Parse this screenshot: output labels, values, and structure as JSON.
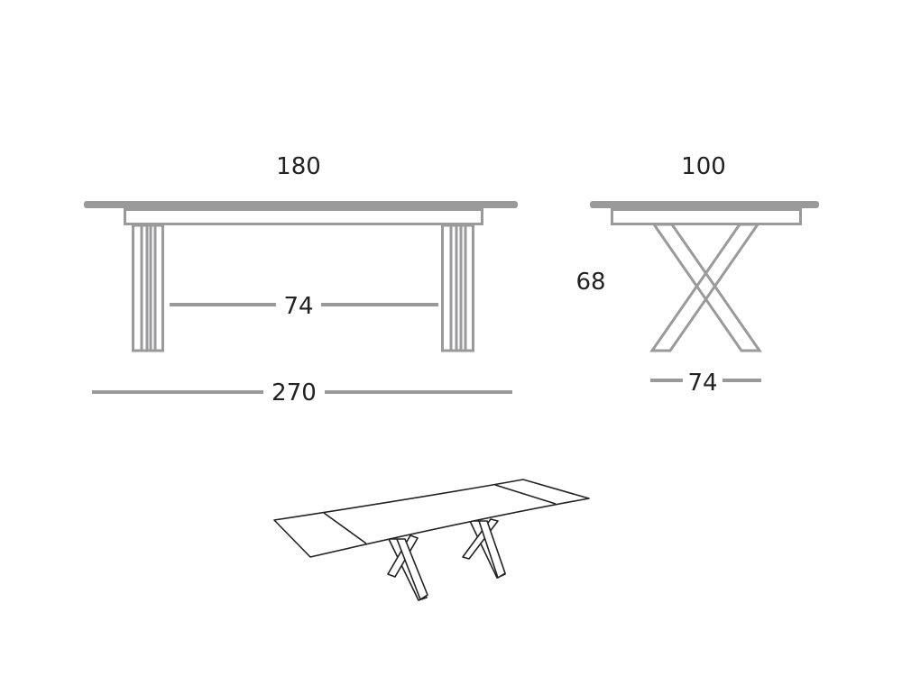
{
  "front_view": {
    "top_width": "180",
    "leg_gap": "74",
    "extended_width": "270"
  },
  "side_view": {
    "depth": "100",
    "height": "68",
    "base_width": "74"
  },
  "colors": {
    "drawing": "#9a9a9c",
    "text": "#222222",
    "perspective": "#222222"
  }
}
